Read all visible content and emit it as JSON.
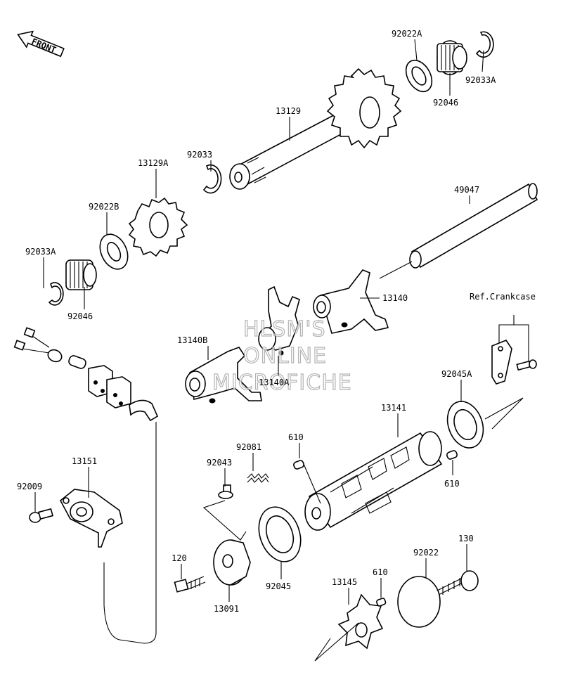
{
  "diagram": {
    "front_label": "FRONT",
    "watermark": [
      "HLSM'S",
      "ONLINE",
      "MICROFICHE"
    ],
    "ref_note": "Ref.Crankcase",
    "callouts": [
      {
        "id": "c-92022a",
        "text": "92022A"
      },
      {
        "id": "c-92033a-top",
        "text": "92033A"
      },
      {
        "id": "c-92046-top",
        "text": "92046"
      },
      {
        "id": "c-13129",
        "text": "13129"
      },
      {
        "id": "c-13129a",
        "text": "13129A"
      },
      {
        "id": "c-92033",
        "text": "92033"
      },
      {
        "id": "c-92022b",
        "text": "92022B"
      },
      {
        "id": "c-92033a-left",
        "text": "92033A"
      },
      {
        "id": "c-92046-left",
        "text": "92046"
      },
      {
        "id": "c-49047",
        "text": "49047"
      },
      {
        "id": "c-13140",
        "text": "13140"
      },
      {
        "id": "c-13140b",
        "text": "13140B"
      },
      {
        "id": "c-13140a",
        "text": "13140A"
      },
      {
        "id": "c-92045a",
        "text": "92045A"
      },
      {
        "id": "c-13141",
        "text": "13141"
      },
      {
        "id": "c-610-a",
        "text": "610"
      },
      {
        "id": "c-610-b",
        "text": "610"
      },
      {
        "id": "c-92081",
        "text": "92081"
      },
      {
        "id": "c-92043",
        "text": "92043"
      },
      {
        "id": "c-13151",
        "text": "13151"
      },
      {
        "id": "c-92009",
        "text": "92009"
      },
      {
        "id": "c-120",
        "text": "120"
      },
      {
        "id": "c-13091",
        "text": "13091"
      },
      {
        "id": "c-92045",
        "text": "92045"
      },
      {
        "id": "c-13145",
        "text": "13145"
      },
      {
        "id": "c-610-c",
        "text": "610"
      },
      {
        "id": "c-92022",
        "text": "92022"
      },
      {
        "id": "c-130",
        "text": "130"
      }
    ]
  }
}
